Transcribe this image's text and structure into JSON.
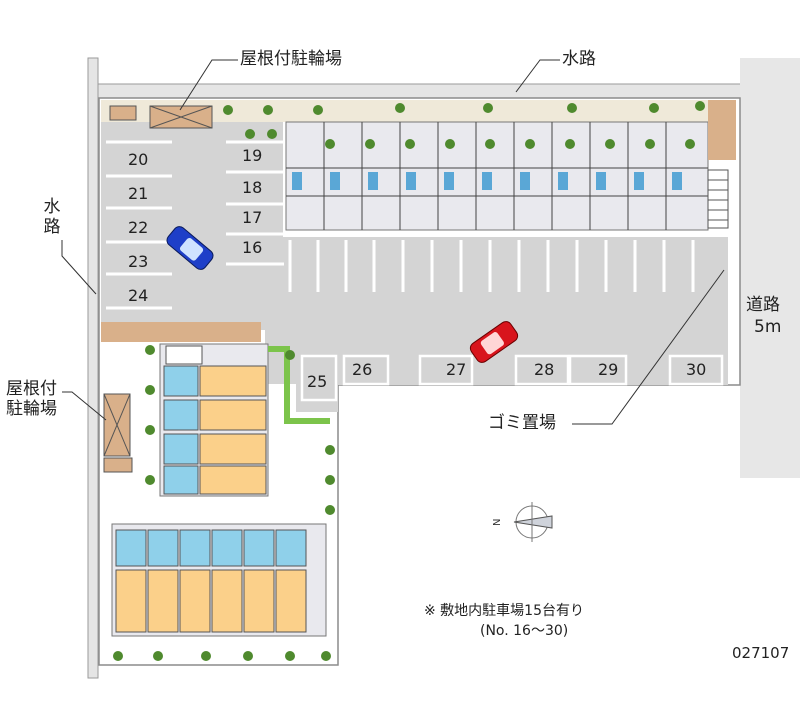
{
  "labels": {
    "waterway_top": "水路",
    "waterway_left": "水路",
    "covered_bike_top": "屋根付駐輪場",
    "covered_bike_left_line1": "屋根付",
    "covered_bike_left_line2": "駐輪場",
    "road_line1": "道路",
    "road_line2": "5m",
    "garbage": "ゴミ置場"
  },
  "parking_numbers": {
    "n16": "16",
    "n17": "17",
    "n18": "18",
    "n19": "19",
    "n20": "20",
    "n21": "21",
    "n22": "22",
    "n23": "23",
    "n24": "24",
    "n25": "25",
    "n26": "26",
    "n27": "27",
    "n28": "28",
    "n29": "29",
    "n30": "30"
  },
  "notes": {
    "line1": "※ 敷地内駐車場15台有り",
    "line2": "(No. 16～30)"
  },
  "code": "027107",
  "compass": {
    "letter": "N"
  },
  "colors": {
    "lot": "#d4d4d4",
    "road": "#e7e7e7",
    "building_gray": "#e9e9ee",
    "unit_orange": "#fbd08a",
    "unit_blue": "#8fd0ea",
    "grass": "#7cc44b",
    "brick": "#d9b08a",
    "car_blue": "#1e3fc8",
    "car_red": "#d8141c"
  }
}
